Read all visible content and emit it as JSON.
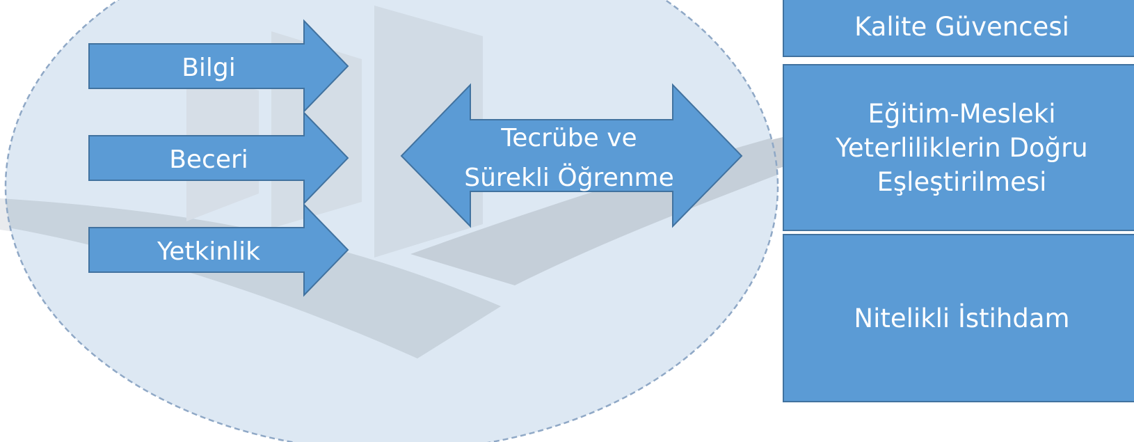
{
  "inputs": [
    {
      "label": "Bilgi"
    },
    {
      "label": "Beceri"
    },
    {
      "label": "Yetkinlik"
    }
  ],
  "center": {
    "line1": "Tecrübe ve",
    "line2": "Sürekli Öğrenme"
  },
  "outcomes": {
    "top": {
      "label": "Kalite Güvencesi"
    },
    "middle": {
      "line1": "Eğitim-Mesleki",
      "line2": "Yeterliliklerin Doğru",
      "line3": "Eşleştirilmesi"
    },
    "bottom": {
      "label": "Nitelikli İstihdam"
    }
  },
  "colors": {
    "shape_fill": "#5b9bd5",
    "shape_stroke": "#41729f",
    "ellipse_fill": "#dde8f3",
    "ellipse_stroke": "#8fa8c6",
    "text": "#ffffff"
  }
}
